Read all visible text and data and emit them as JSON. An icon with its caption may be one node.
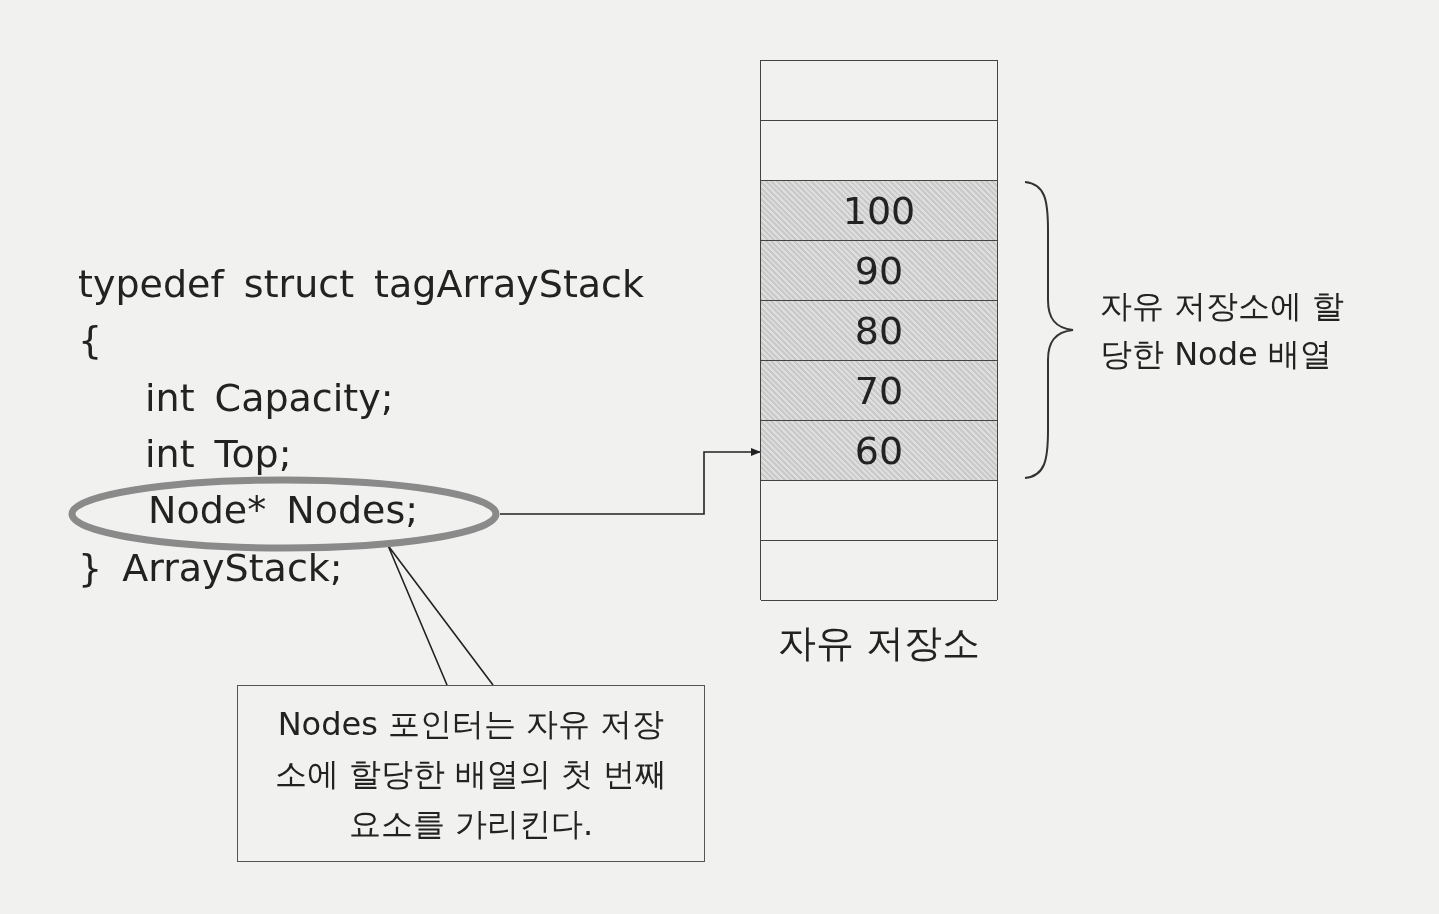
{
  "diagram": {
    "nodes": [
      {
        "text": [
          "Node* Nodes;"
        ]
      },
      {
        "text": [
          "자유 저장소"
        ]
      },
      {
        "text": [],
        "shape": "box",
        "in": 1
      },
      {
        "text": [],
        "shape": "box",
        "in": 1
      },
      {
        "text": [
          "100"
        ],
        "in": 1
      },
      {
        "text": [
          "90"
        ],
        "in": 1
      },
      {
        "text": [
          "80"
        ],
        "in": 1
      },
      {
        "text": [
          "70"
        ],
        "in": 1
      },
      {
        "text": [
          "60"
        ],
        "in": 1
      },
      {
        "text": [],
        "shape": "box",
        "in": 1
      },
      {
        "text": [],
        "shape": "box",
        "in": 1
      },
      {
        "text": [
          "Nodes 포인터는 자유 저장소에 할당한 배열의 첫 번째 요소를 가리킨다."
        ]
      }
    ],
    "edges": [
      {
        "from": 0,
        "to": 8,
        "arrow": "to"
      },
      {
        "from": 11,
        "to": 0,
        "arrow": "none"
      }
    ],
    "labels": [
      "typedef struct tagArrayStack",
      "{",
      "int Capacity;",
      "int Top;",
      "} ArrayStack;",
      "자유 저장소에 할당한 Node 배열"
    ]
  }
}
